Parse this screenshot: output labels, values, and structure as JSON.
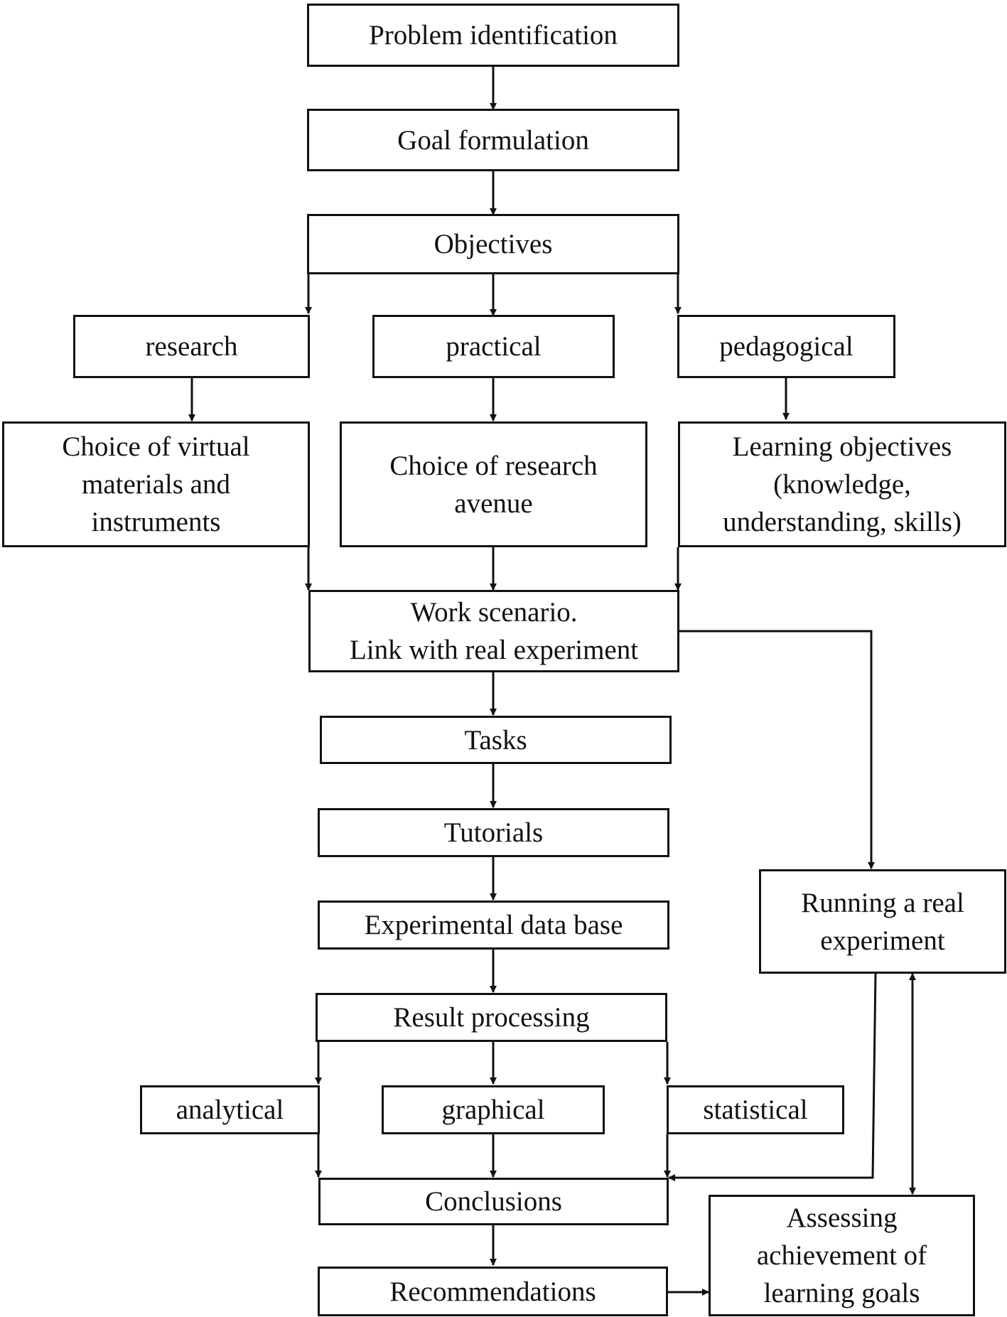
{
  "nodes": {
    "problem_identification": "Problem identification",
    "goal_formulation": "Goal formulation",
    "objectives": "Objectives",
    "research": "research",
    "practical": "practical",
    "pedagogical": "pedagogical",
    "choice_virtual": "Choice of virtual\nmaterials and\ninstruments",
    "choice_research_avenue": "Choice of research\navenue",
    "learning_objectives": "Learning objectives\n(knowledge,\nunderstanding, skills)",
    "work_scenario": "Work scenario.\nLink with real experiment",
    "tasks": "Tasks",
    "tutorials": "Tutorials",
    "experimental_data_base": "Experimental  data base",
    "result_processing": "Result processing",
    "analytical": "analytical",
    "graphical": "graphical",
    "statistical": "statistical",
    "conclusions": "Conclusions",
    "recommendations": "Recommendations",
    "running_real_experiment": "Running a real\nexperiment",
    "assessing_goals": "Assessing\nachievement of\nlearning goals"
  },
  "colors": {
    "stroke": "#111111",
    "fill": "#ffffff"
  }
}
